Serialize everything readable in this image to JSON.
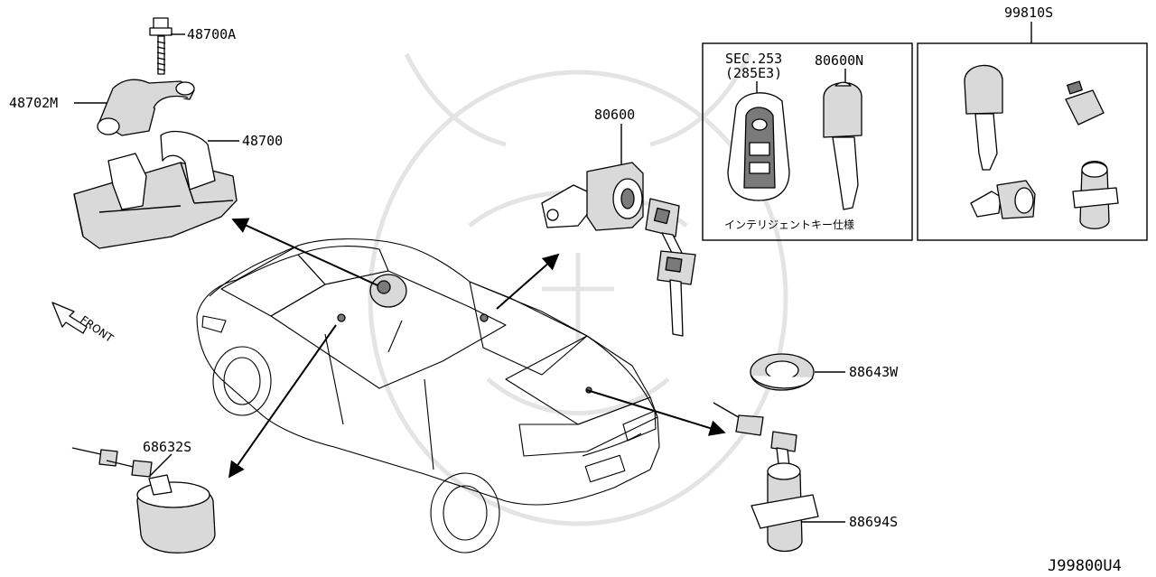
{
  "diagram": {
    "drawing_id": "J99800U4",
    "front_label": "FRONT",
    "parts": {
      "p48700A": "48700A",
      "p48702M": "48702M",
      "p48700": "48700",
      "p80600": "80600",
      "p68632S": "68632S",
      "p88643W": "88643W",
      "p88694S": "88694S",
      "p99810S": "99810S"
    },
    "inset": {
      "sec_line1": "SEC.253",
      "sec_line2": "(285E3)",
      "key_part": "80600N",
      "caption": "インテリジェントキー仕様"
    }
  }
}
